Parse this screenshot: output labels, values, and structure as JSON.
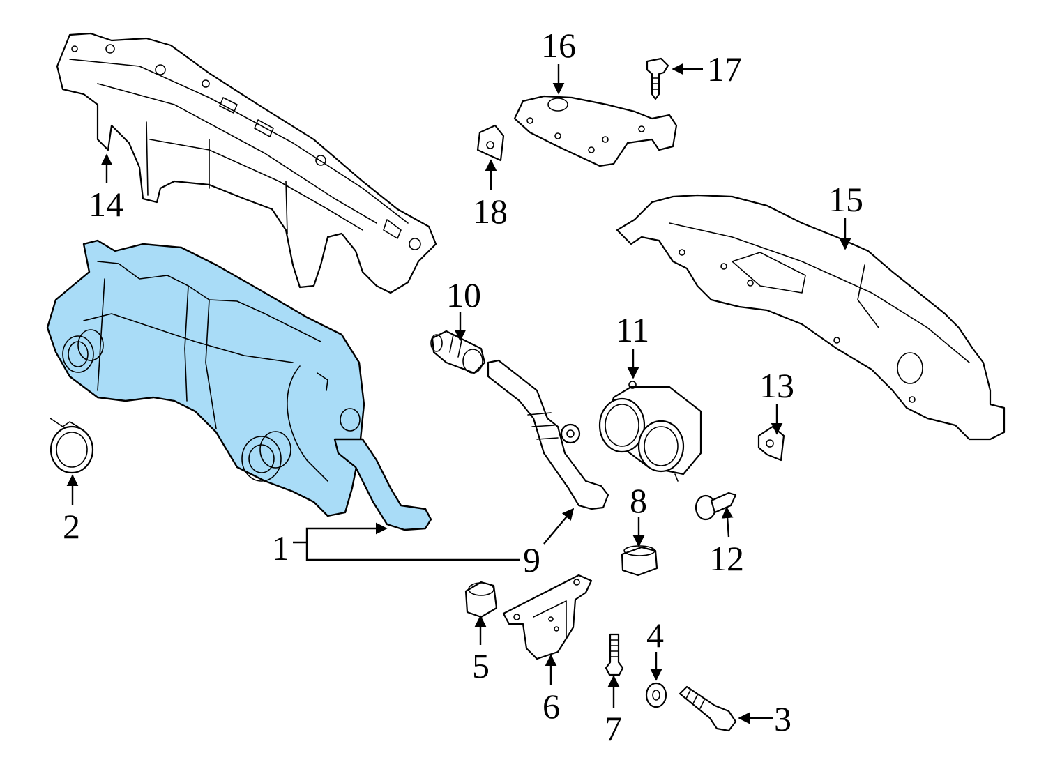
{
  "highlight_color": "#a9dcf7",
  "callouts": {
    "c1": "1",
    "c2": "2",
    "c3": "3",
    "c4": "4",
    "c5": "5",
    "c6": "6",
    "c7": "7",
    "c8": "8",
    "c9": "9",
    "c10": "10",
    "c11": "11",
    "c12": "12",
    "c13": "13",
    "c14": "14",
    "c15": "15",
    "c16": "16",
    "c17": "17",
    "c18": "18"
  }
}
